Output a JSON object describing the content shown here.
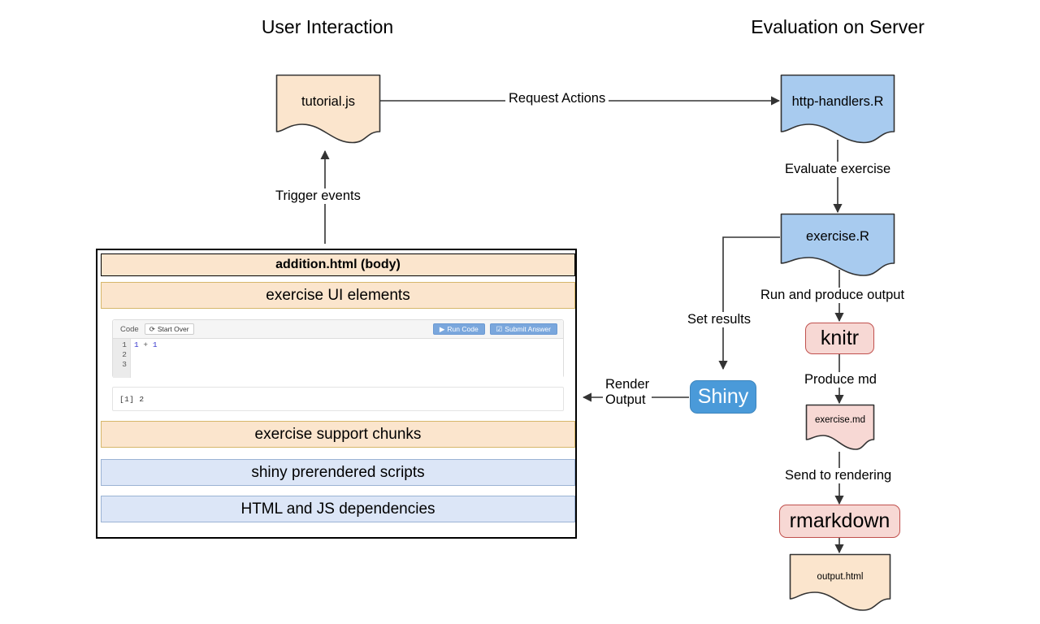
{
  "diagram": {
    "columns": [
      {
        "id": "user-interaction",
        "title": "User Interaction"
      },
      {
        "id": "evaluation-on-server",
        "title": "Evaluation on Server"
      }
    ],
    "nodes": [
      {
        "id": "tutorial-js",
        "label": "tutorial.js",
        "shape": "document",
        "fill": "#fbe5cd",
        "stroke": "#333333"
      },
      {
        "id": "http-handlers-r",
        "label": "http-handlers.R",
        "shape": "document",
        "fill": "#a8cbef",
        "stroke": "#333333"
      },
      {
        "id": "exercise-r",
        "label": "exercise.R",
        "shape": "document",
        "fill": "#a8cbef",
        "stroke": "#333333"
      },
      {
        "id": "exercise-md",
        "label": "exercise.md",
        "shape": "document",
        "fill": "#f7d8d4",
        "stroke": "#333333"
      },
      {
        "id": "output-html",
        "label": "output.html",
        "shape": "document",
        "fill": "#fbe5cd",
        "stroke": "#333333"
      },
      {
        "id": "knitr",
        "label": "knitr",
        "shape": "pill",
        "fill": "#f7d8d4",
        "stroke": "#c0504d"
      },
      {
        "id": "rmarkdown",
        "label": "rmarkdown",
        "shape": "pill",
        "fill": "#f7d8d4",
        "stroke": "#c0504d"
      },
      {
        "id": "shiny",
        "label": "Shiny",
        "shape": "pill",
        "fill": "#4a9ad9",
        "stroke": "#3d85bd"
      }
    ],
    "edges": [
      {
        "id": "request-actions",
        "label": "Request Actions",
        "from": "tutorial-js",
        "to": "http-handlers-r"
      },
      {
        "id": "evaluate-exercise",
        "label": "Evaluate exercise",
        "from": "http-handlers-r",
        "to": "exercise-r"
      },
      {
        "id": "run-and-produce-output",
        "label": "Run and produce output",
        "from": "exercise-r",
        "to": "knitr"
      },
      {
        "id": "produce-md",
        "label": "Produce md",
        "from": "knitr",
        "to": "exercise-md"
      },
      {
        "id": "send-to-rendering",
        "label": "Send to rendering",
        "from": "exercise-md",
        "to": "rmarkdown"
      },
      {
        "id": "set-results",
        "label": "Set results",
        "from": "exercise-r",
        "to": "shiny"
      },
      {
        "id": "render-output",
        "label": "Render\nOutput",
        "label_line1": "Render",
        "label_line2": "Output",
        "from": "shiny",
        "to": "html-panel"
      },
      {
        "id": "trigger-events",
        "label": "Trigger events",
        "from": "html-panel",
        "to": "tutorial-js"
      },
      {
        "id": "rmarkdown-output",
        "label": "",
        "from": "rmarkdown",
        "to": "output-html"
      }
    ]
  },
  "html_panel": {
    "title": "addition.html (body)",
    "bands": [
      {
        "id": "exercise-ui-elements",
        "label": "exercise UI elements",
        "color": "orange"
      },
      {
        "id": "exercise-support-chunks",
        "label": "exercise support chunks",
        "color": "orange"
      },
      {
        "id": "shiny-prerendered-scripts",
        "label": "shiny prerendered scripts",
        "color": "blue"
      },
      {
        "id": "html-and-js-dependencies",
        "label": "HTML and JS dependencies",
        "color": "blue"
      }
    ],
    "exercise": {
      "toolbar": {
        "code_label": "Code",
        "start_over_label": "Start Over",
        "start_over_icon": "refresh-icon",
        "run_code_label": "Run Code",
        "run_code_icon": "play-icon",
        "submit_answer_label": "Submit Answer",
        "submit_answer_icon": "checkbox-icon"
      },
      "gutter": [
        "1",
        "2",
        "3"
      ],
      "code_lines": [
        {
          "num": "1",
          "text": "1 + 1"
        },
        {
          "num": "2",
          "text": ""
        },
        {
          "num": "3",
          "text": ""
        }
      ],
      "code_tokens": {
        "lhs": "1",
        "op": "+",
        "rhs": "1"
      },
      "output": "[1] 2"
    }
  },
  "colors": {
    "orange_fill": "#fbe5cd",
    "blue_fill": "#a8cbef",
    "light_blue_fill": "#dce6f7",
    "pink_fill": "#f7d8d4",
    "red_stroke": "#c0504d",
    "shiny_blue": "#4a9ad9",
    "line": "#333333"
  }
}
